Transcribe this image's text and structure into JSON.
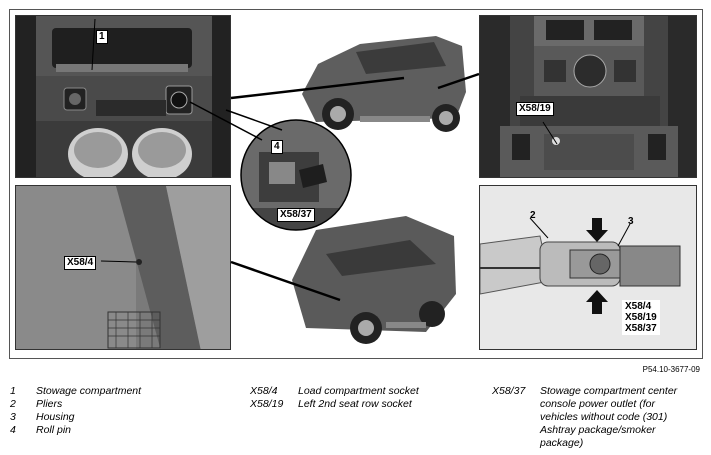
{
  "callouts": {
    "c1": "1",
    "c4": "4",
    "x58_37": "X58/37",
    "x58_19": "X58/19",
    "x58_4": "X58/4",
    "c2": "2",
    "c3": "3",
    "stack": [
      "X58/4",
      "X58/19",
      "X58/37"
    ]
  },
  "reference": "P54.10-3677-09",
  "legend": {
    "col1": [
      {
        "key": "1",
        "text": "Stowage compartment"
      },
      {
        "key": "2",
        "text": "Pliers"
      },
      {
        "key": "3",
        "text": "Housing"
      },
      {
        "key": "4",
        "text": "Roll pin"
      }
    ],
    "col2": [
      {
        "key": "X58/4",
        "text": "Load compartment socket"
      },
      {
        "key": "X58/19",
        "text": "Left 2nd seat row socket"
      }
    ],
    "col3": [
      {
        "key": "X58/37",
        "text": "Stowage compartment center"
      },
      {
        "key": "",
        "text": "console power outlet (for"
      },
      {
        "key": "",
        "text": "vehicles without code (301)"
      },
      {
        "key": "",
        "text": "Ashtray package/smoker"
      },
      {
        "key": "",
        "text": "package)"
      }
    ]
  }
}
